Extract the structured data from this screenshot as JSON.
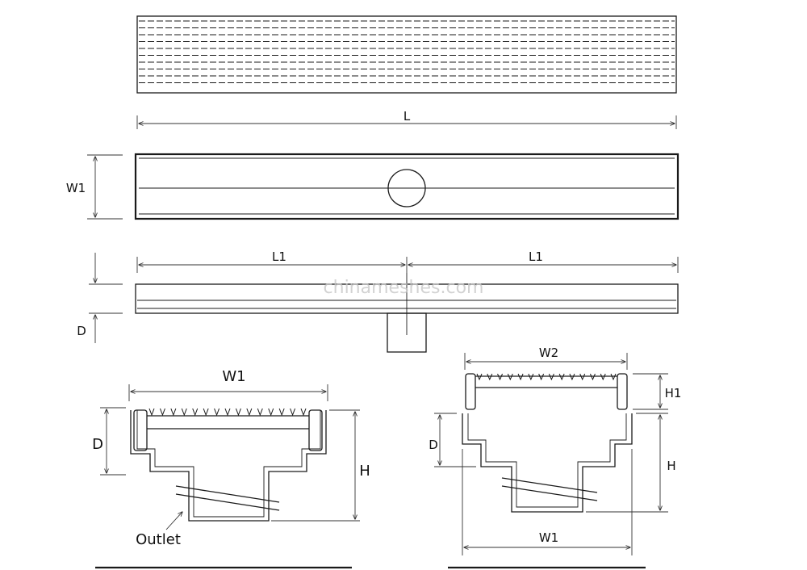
{
  "labels": {
    "length": "L",
    "width_plan": "W1",
    "half_length_left": "L1",
    "half_length_right": "L1",
    "depth_side": "D",
    "section_a_width": "W1",
    "section_a_depth": "D",
    "section_a_height": "H",
    "section_a_outlet": "Outlet",
    "section_b_grate_width": "W2",
    "section_b_grate_height": "H1",
    "section_b_depth": "D",
    "section_b_height": "H",
    "section_b_width": "W1"
  },
  "watermark": "chinameshes.com",
  "colors": {
    "line": "#1a1a1a",
    "watermark": "#c8c8c8",
    "background": "#ffffff"
  }
}
